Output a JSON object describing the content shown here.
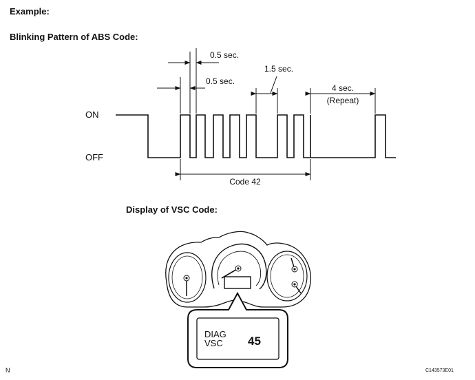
{
  "headings": {
    "example": "Example:",
    "abs_pattern": "Blinking Pattern of ABS Code:",
    "vsc_display": "Display of VSC Code:"
  },
  "waveform": {
    "level_on": "ON",
    "level_off": "OFF",
    "dim_pulse": "0.5 sec.",
    "dim_gap": "0.5 sec.",
    "dim_pause": "1.5 sec.",
    "dim_repeat": "4 sec.",
    "dim_repeat_note": "(Repeat)",
    "code_label": "Code 42"
  },
  "display": {
    "line1": "DIAG",
    "line2": "VSC",
    "code": "45"
  },
  "footer": {
    "left": "N",
    "right": "C143573E01"
  }
}
